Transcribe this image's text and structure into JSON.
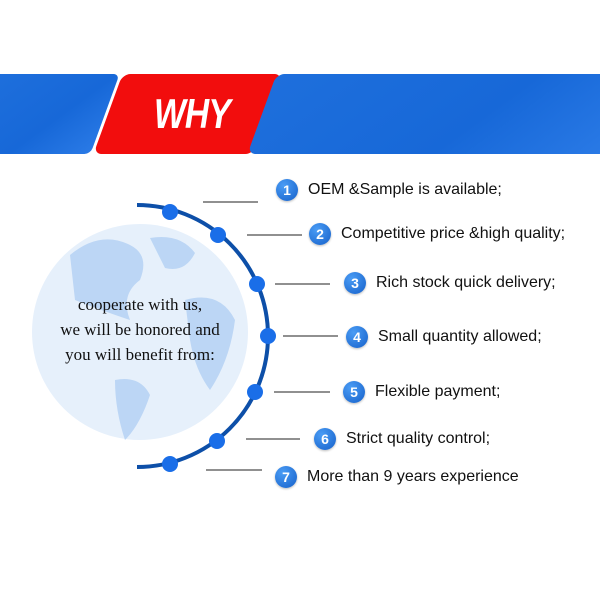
{
  "banner": {
    "title": "WHY US"
  },
  "globe_text": [
    "cooperate with us,",
    "we will be honored and",
    "you will benefit from:"
  ],
  "items": [
    {
      "num": "1",
      "text": "OEM &Sample is available;"
    },
    {
      "num": "2",
      "text": "Competitive price &high quality;"
    },
    {
      "num": "3",
      "text": "Rich stock quick delivery;"
    },
    {
      "num": "4",
      "text": "Small quantity allowed;"
    },
    {
      "num": "5",
      "text": "Flexible payment;"
    },
    {
      "num": "6",
      "text": "Strict quality control;"
    },
    {
      "num": "7",
      "text": "More than 9 years experience"
    }
  ],
  "colors": {
    "banner_blue": "#1768d8",
    "banner_red": "#f20d0d",
    "arc": "#0d4fa8",
    "dot": "#1a6ee8",
    "globe": "#e6f0fb",
    "land": "#bcd6f5"
  }
}
